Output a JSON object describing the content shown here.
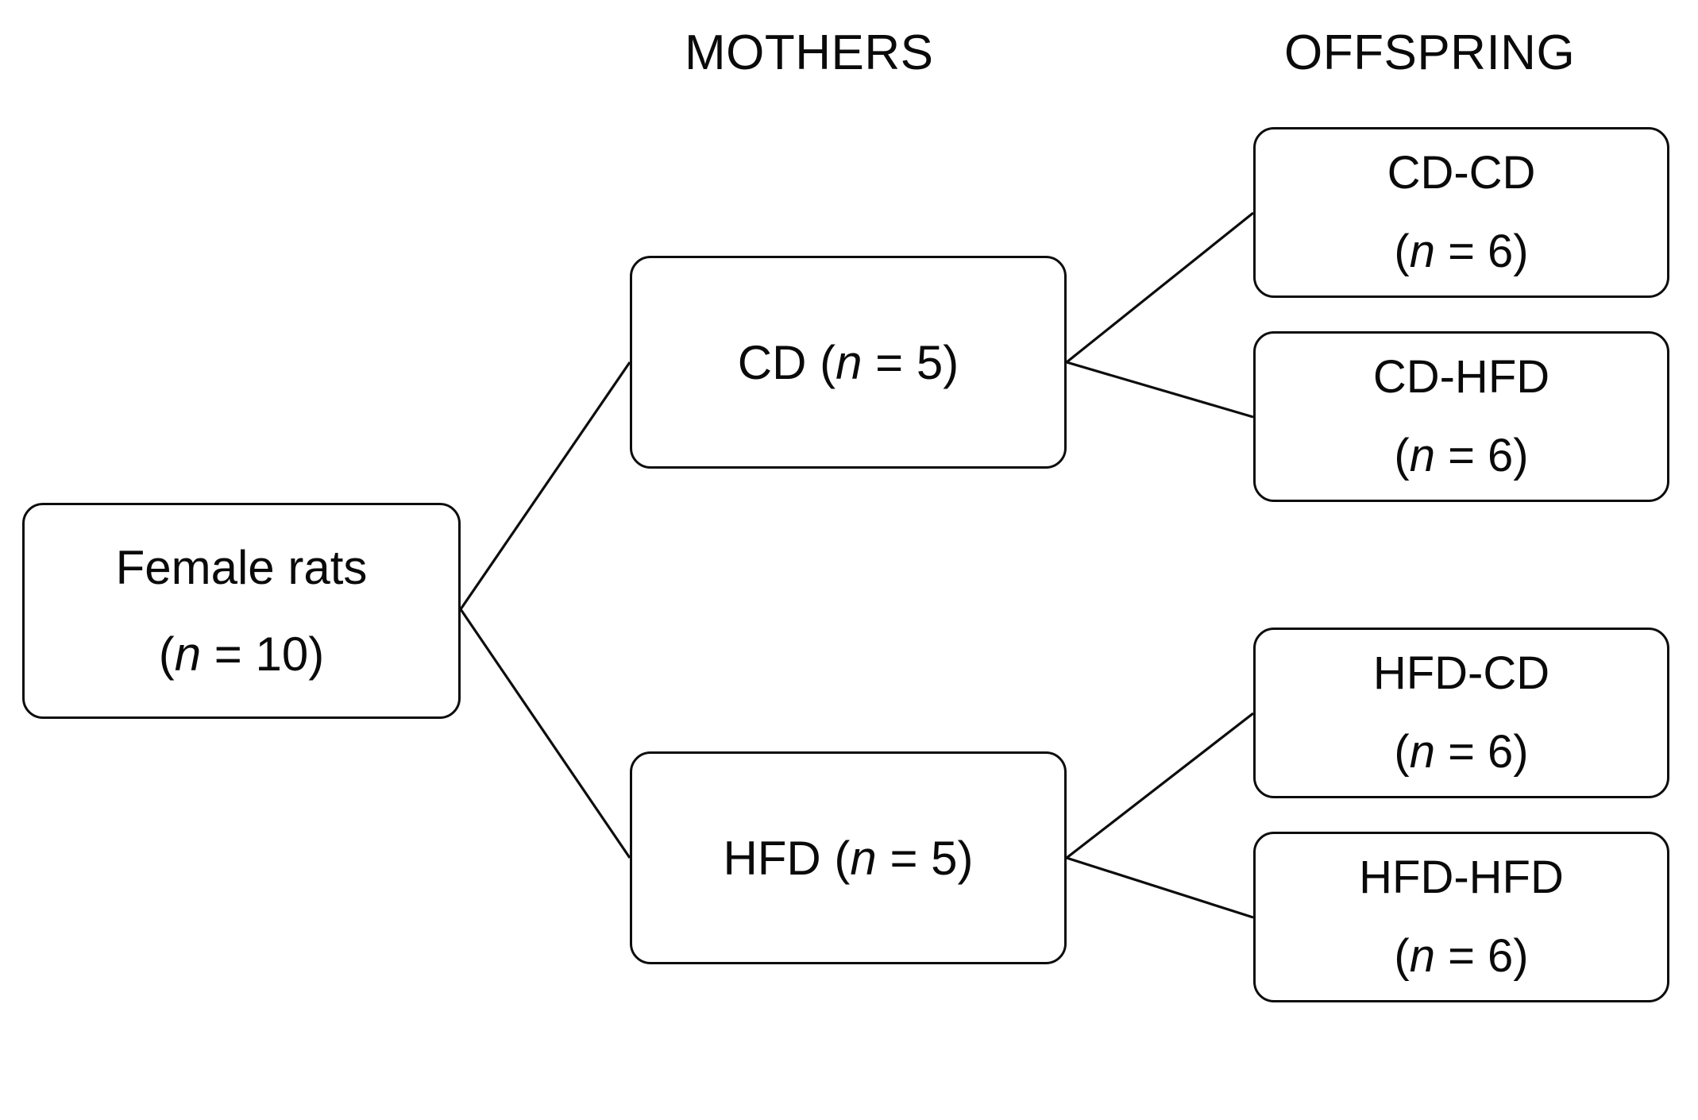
{
  "diagram": {
    "type": "flow-tree",
    "title_present": false,
    "headers": [
      {
        "id": "mothers",
        "label": "MOTHERS"
      },
      {
        "id": "offspring",
        "label": "OFFSPRING"
      }
    ],
    "nodes": [
      {
        "id": "root",
        "level": "source",
        "line1": "Female rats",
        "line2_prefix": "(",
        "line2_italic": "n",
        "line2_suffix": " = 10)",
        "n": 10
      },
      {
        "id": "cd",
        "level": "mothers",
        "line1_prefix": "CD (",
        "line1_italic": "n",
        "line1_suffix": " = 5)",
        "n": 5
      },
      {
        "id": "hfd",
        "level": "mothers",
        "line1_prefix": "HFD (",
        "line1_italic": "n",
        "line1_suffix": " = 5)",
        "n": 5
      },
      {
        "id": "cd-cd",
        "level": "offspring",
        "line1": "CD-CD",
        "line2_prefix": "(",
        "line2_italic": "n",
        "line2_suffix": " = 6)",
        "n": 6
      },
      {
        "id": "cd-hfd",
        "level": "offspring",
        "line1": "CD-HFD",
        "line2_prefix": "(",
        "line2_italic": "n",
        "line2_suffix": " = 6)",
        "n": 6
      },
      {
        "id": "hfd-cd",
        "level": "offspring",
        "line1": "HFD-CD",
        "line2_prefix": "(",
        "line2_italic": "n",
        "line2_suffix": " = 6)",
        "n": 6
      },
      {
        "id": "hfd-hfd",
        "level": "offspring",
        "line1": "HFD-HFD",
        "line2_prefix": "(",
        "line2_italic": "n",
        "line2_suffix": " = 6)",
        "n": 6
      }
    ],
    "edges": [
      {
        "from": "root",
        "to": "cd"
      },
      {
        "from": "root",
        "to": "hfd"
      },
      {
        "from": "cd",
        "to": "cd-cd"
      },
      {
        "from": "cd",
        "to": "cd-hfd"
      },
      {
        "from": "hfd",
        "to": "hfd-cd"
      },
      {
        "from": "hfd",
        "to": "hfd-hfd"
      }
    ],
    "colors": {
      "background": "#ffffff",
      "stroke": "#0d0d0d",
      "text": "#0a0a0a"
    }
  }
}
